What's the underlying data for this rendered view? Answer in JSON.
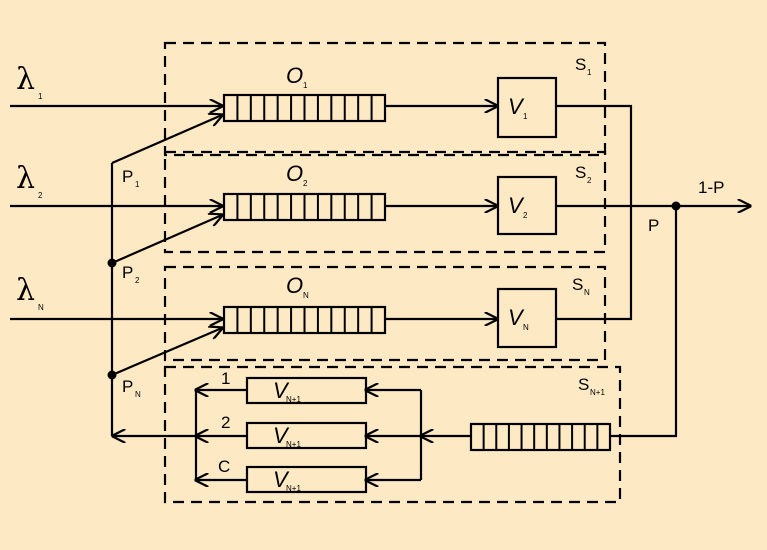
{
  "colors": {
    "background": "#fde9c4",
    "ink": "#000000"
  },
  "inputs": [
    {
      "symbol": "λ",
      "sub": "1"
    },
    {
      "symbol": "λ",
      "sub": "2"
    },
    {
      "symbol": "λ",
      "sub": "N"
    }
  ],
  "queues": [
    {
      "label": "O",
      "sub": "1"
    },
    {
      "label": "O",
      "sub": "2"
    },
    {
      "label": "O",
      "sub": "N"
    }
  ],
  "servers": [
    {
      "label": "V",
      "sub": "1"
    },
    {
      "label": "V",
      "sub": "2"
    },
    {
      "label": "V",
      "sub": "N"
    }
  ],
  "systems": [
    {
      "label": "S",
      "sub": "1"
    },
    {
      "label": "S",
      "sub": "2"
    },
    {
      "label": "S",
      "sub": "N"
    },
    {
      "label": "S",
      "sub": "N+1"
    }
  ],
  "probabilities": [
    {
      "label": "P",
      "sub": "1"
    },
    {
      "label": "P",
      "sub": "2"
    },
    {
      "label": "P",
      "sub": "N"
    }
  ],
  "output": {
    "exit_label": "1-P",
    "feedback_label": "P"
  },
  "channels": [
    {
      "index": "1",
      "label": "V",
      "sub": "N+1"
    },
    {
      "index": "2",
      "label": "V",
      "sub": "N+1"
    },
    {
      "index": "C",
      "label": "V",
      "sub": "N+1"
    }
  ]
}
